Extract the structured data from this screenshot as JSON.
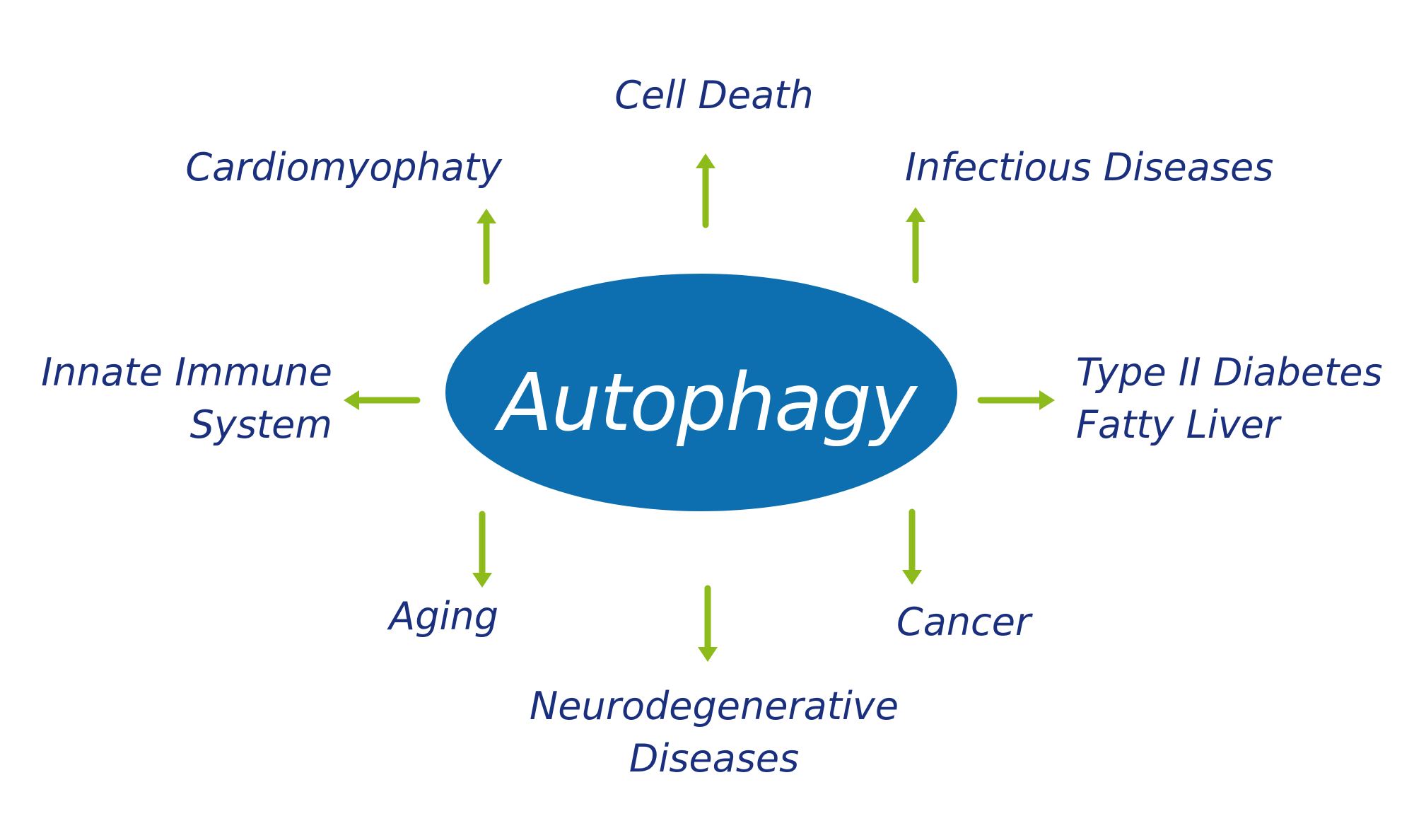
{
  "diagram": {
    "center": {
      "label": "Autophagy",
      "fill_color": "#0d6fb0",
      "text_color": "#ffffff"
    },
    "arrow_color": "#8dbb1c",
    "label_color": "#1a2f7e",
    "outcomes": {
      "cell_death": {
        "lines": [
          "Cell Death"
        ]
      },
      "cardiomyopathy": {
        "lines": [
          "Cardiomyophaty"
        ]
      },
      "infectious_diseases": {
        "lines": [
          "Infectious Diseases"
        ]
      },
      "innate_immune_system": {
        "lines": [
          "Innate Immune",
          "System"
        ]
      },
      "type2_diabetes": {
        "lines": [
          "Type II Diabetes",
          "Fatty Liver"
        ]
      },
      "aging": {
        "lines": [
          "Aging"
        ]
      },
      "cancer": {
        "lines": [
          "Cancer"
        ]
      },
      "neurodegenerative": {
        "lines": [
          "Neurodegenerative",
          "Diseases"
        ]
      }
    }
  }
}
